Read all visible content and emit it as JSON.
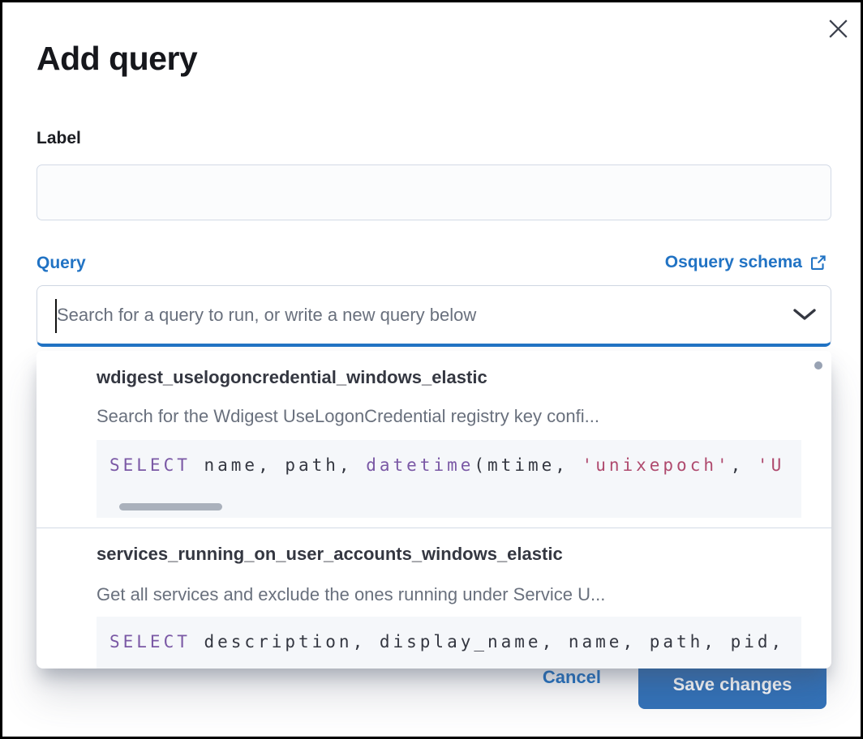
{
  "modal": {
    "title": "Add query"
  },
  "icons": {
    "close": "x-icon",
    "external_link": "external-link-icon",
    "dropdown_arrow": "chevron-down-icon"
  },
  "label_field": {
    "label": "Label",
    "value": ""
  },
  "query_field": {
    "label": "Query",
    "schema_link_label": "Osquery schema",
    "search_value": "",
    "search_placeholder": "Search for a query to run, or write a new query below"
  },
  "dropdown": {
    "items": [
      {
        "title": "wdigest_uselogoncredential_windows_elastic",
        "description": "Search for the Wdigest UseLogonCredential registry key confi...",
        "code": [
          {
            "text": "SELECT",
            "type": "keyword"
          },
          {
            "text": " name, path, ",
            "type": "plain"
          },
          {
            "text": "datetime",
            "type": "keyword"
          },
          {
            "text": "(mtime, ",
            "type": "plain"
          },
          {
            "text": "'unixepoch'",
            "type": "string"
          },
          {
            "text": ", ",
            "type": "plain"
          },
          {
            "text": "'U",
            "type": "string"
          }
        ]
      },
      {
        "title": "services_running_on_user_accounts_windows_elastic",
        "description": "Get all services and exclude the ones running under Service U...",
        "code": [
          {
            "text": "SELECT",
            "type": "keyword"
          },
          {
            "text": " description, display_name, name, path, pid,",
            "type": "plain"
          }
        ]
      }
    ]
  },
  "footer": {
    "cancel_label": "Cancel",
    "save_label": "Save changes"
  },
  "colors": {
    "accent_blue": "#2173c4",
    "save_button_blue": "#3272b9",
    "code_keyword": "#7a58a5",
    "code_string": "#af4a6e",
    "code_background": "#f5f7fa",
    "text_dark": "#343741",
    "text_gray": "#69707d"
  }
}
